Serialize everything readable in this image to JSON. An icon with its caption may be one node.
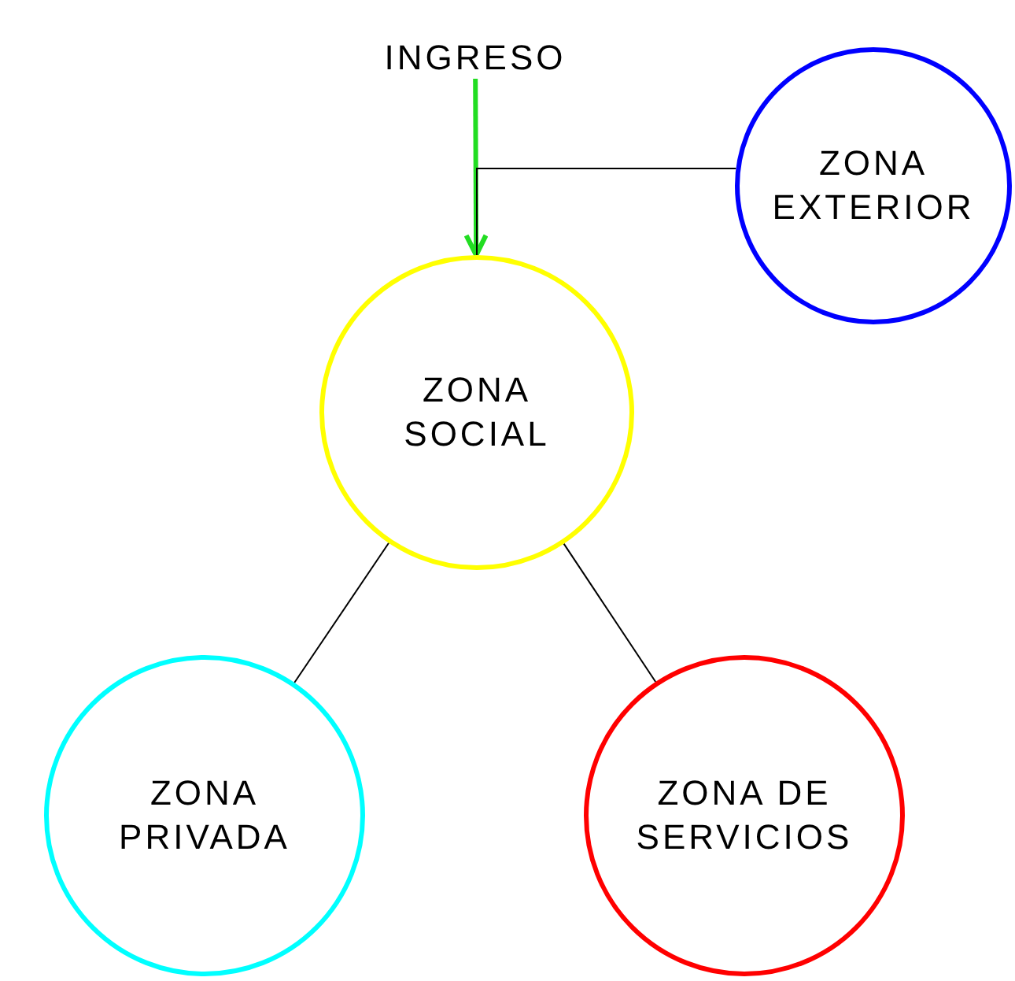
{
  "diagram": {
    "nodes": [
      {
        "text": [
          "INGRESO"
        ]
      },
      {
        "text": [
          "ZONA EXTERIOR"
        ]
      },
      {
        "text": [
          "ZONA SOCIAL"
        ]
      },
      {
        "text": [
          "ZONA PRIVADA"
        ]
      },
      {
        "text": [
          "ZONA DE SERVICIOS"
        ]
      }
    ],
    "edges": [
      {
        "from": 0,
        "to": 2,
        "arrow": "to",
        "style": "thick",
        "color": "#22dd22"
      },
      {
        "from": 1,
        "to": 2,
        "arrow": "none"
      },
      {
        "from": 2,
        "to": 3,
        "arrow": "none"
      },
      {
        "from": 2,
        "to": 4,
        "arrow": "none"
      }
    ]
  }
}
